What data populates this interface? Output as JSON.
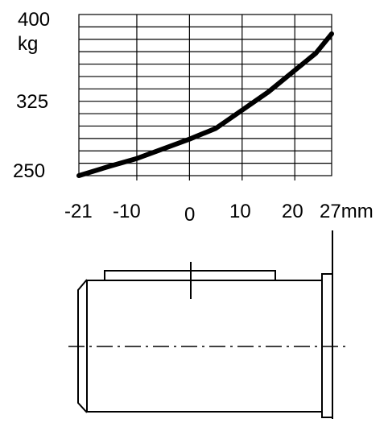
{
  "chart_data": {
    "type": "line",
    "y_unit": "kg",
    "x_unit": "mm",
    "x_tick_labels": [
      "-21",
      "-10",
      "0",
      "10",
      "20",
      "27mm"
    ],
    "y_tick_labels": [
      "400",
      "325",
      "250"
    ],
    "xlim": [
      -21,
      27
    ],
    "ylim": [
      250,
      400
    ],
    "grid": true,
    "series": [
      {
        "x": [
          -21,
          -15,
          -10,
          -5,
          0,
          5,
          10,
          15,
          20,
          24,
          27
        ],
        "y": [
          250,
          259,
          266,
          275,
          284,
          294,
          311,
          328,
          348,
          364,
          382
        ]
      }
    ]
  },
  "diagram": {
    "part": "cylindrical-body-with-flange",
    "centerline_style": "dash-dot"
  }
}
